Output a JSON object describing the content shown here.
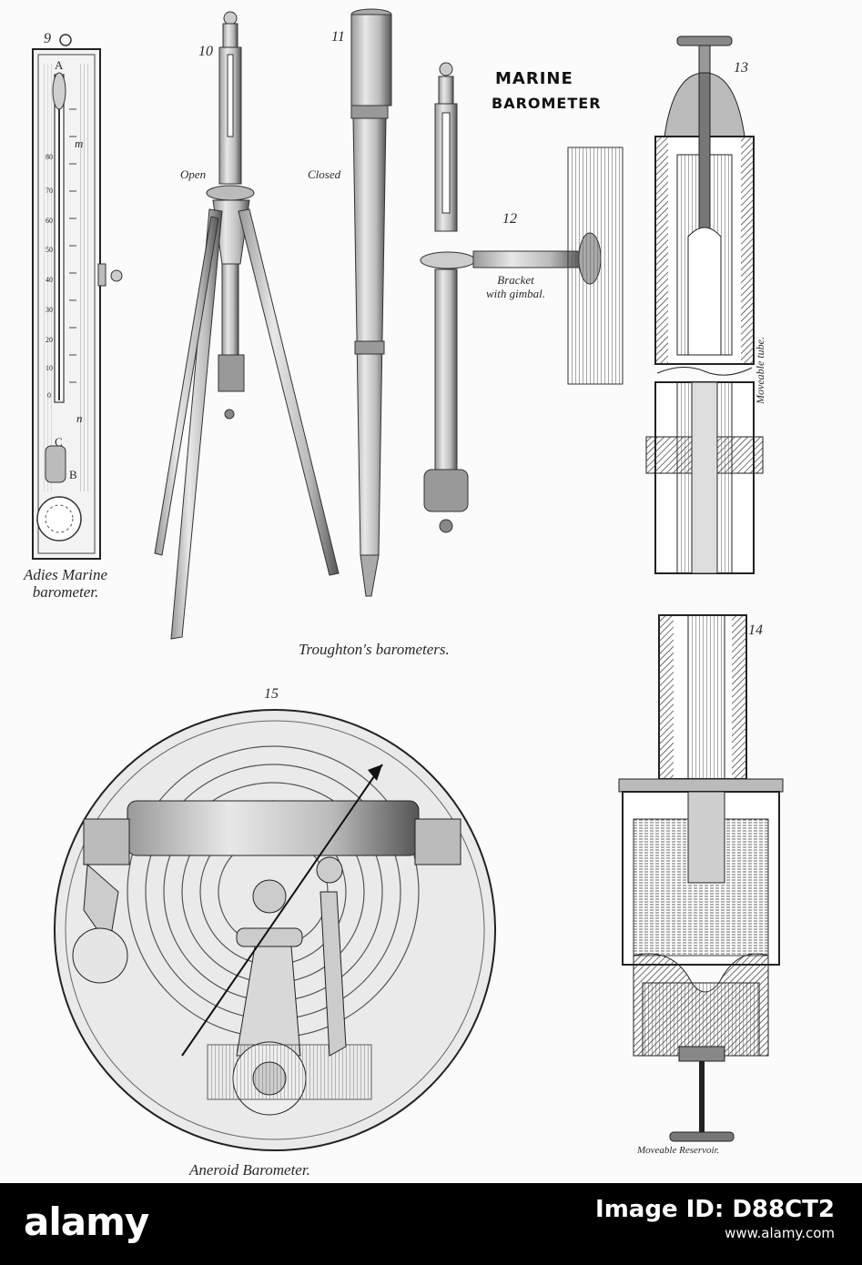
{
  "handwritten_note": {
    "line1": "MARINE",
    "line2": "BAROMETER"
  },
  "figures": {
    "fig9": {
      "number": "9",
      "caption_line1": "Adies Marine",
      "caption_line2": "barometer."
    },
    "fig10": {
      "number": "10",
      "state": "Open"
    },
    "fig11": {
      "number": "11",
      "state": "Closed"
    },
    "fig12": {
      "number": "12",
      "caption_line1": "Bracket",
      "caption_line2": "with gimbal."
    },
    "fig13": {
      "number": "13",
      "side_label": "Moveable tube."
    },
    "fig14": {
      "number": "14",
      "caption": "Moveable Reservoir."
    },
    "fig15": {
      "number": "15",
      "caption": "Aneroid Barometer."
    }
  },
  "group_caption": "Troughton's barometers.",
  "fig9_scale": {
    "letters": [
      "A",
      "C",
      "B",
      "m",
      "n"
    ],
    "numbers": [
      "80",
      "70",
      "60",
      "50",
      "40",
      "30",
      "20",
      "10",
      "0"
    ]
  },
  "footer": {
    "brand": "alamy",
    "image_id_label": "Image ID: D88CT2",
    "site": "www.alamy.com"
  },
  "colors": {
    "ink": "#2a2a2a",
    "paper": "#fbfbfb",
    "footer_bg": "#000000"
  }
}
